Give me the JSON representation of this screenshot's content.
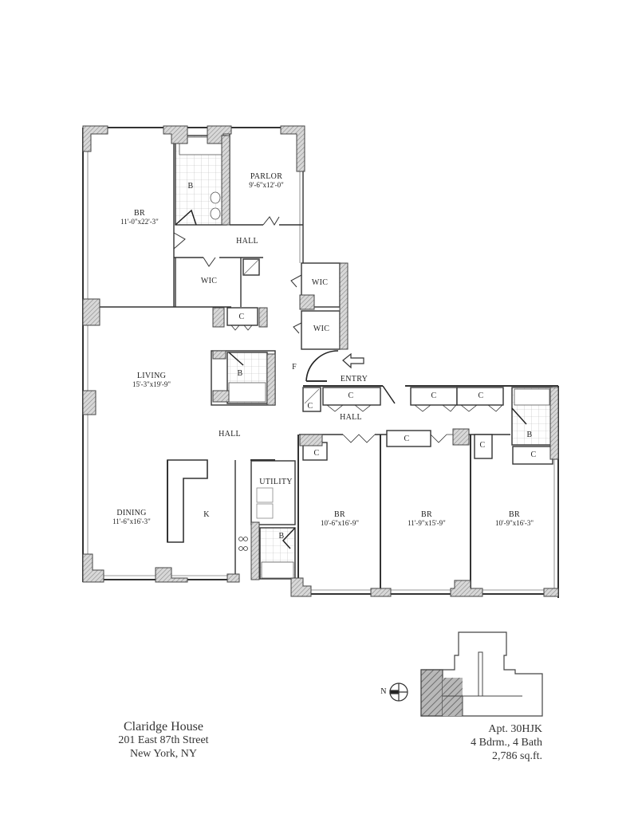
{
  "building": {
    "name": "Claridge House",
    "street": "201 East 87th Street",
    "city": "New York, NY"
  },
  "unit": {
    "apartment": "Apt. 30HJK",
    "rooms": "4 Bdrm., 4 Bath",
    "area": "2,786 sq.ft."
  },
  "rooms": {
    "br_master": {
      "name": "BR",
      "dims": "11'-0\"x22'-3\""
    },
    "parlor": {
      "name": "PARLOR",
      "dims": "9'-6\"x12'-0\""
    },
    "bath_master": {
      "name": "B"
    },
    "hall_upper": {
      "name": "HALL"
    },
    "wic_1": {
      "name": "WIC"
    },
    "wic_2": {
      "name": "WIC"
    },
    "wic_3": {
      "name": "WIC"
    },
    "closet_living": {
      "name": "C"
    },
    "living": {
      "name": "LIVING",
      "dims": "15'-3\"x19'-9\""
    },
    "bath_center": {
      "name": "B"
    },
    "foyer": {
      "name": "F"
    },
    "entry": {
      "name": "ENTRY"
    },
    "hall_center": {
      "name": "HALL"
    },
    "hall_east": {
      "name": "HALL"
    },
    "dining": {
      "name": "DINING",
      "dims": "11'-6\"x16'-3\""
    },
    "kitchen": {
      "name": "K"
    },
    "utility": {
      "name": "UTILITY"
    },
    "bath_utility": {
      "name": "B"
    },
    "br_2": {
      "name": "BR",
      "dims": "10'-6\"x16'-9\""
    },
    "br_3": {
      "name": "BR",
      "dims": "11'-9\"x15'-9\""
    },
    "br_4": {
      "name": "BR",
      "dims": "10'-9\"x16'-3\""
    },
    "bath_east": {
      "name": "B"
    },
    "closets": [
      "C",
      "C",
      "C",
      "C",
      "C",
      "C",
      "C",
      "C",
      "C"
    ]
  },
  "compass": {
    "label": "N"
  }
}
